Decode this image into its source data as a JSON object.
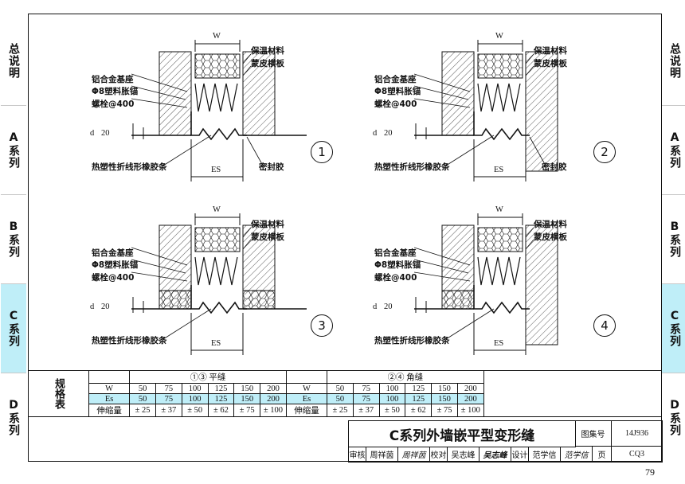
{
  "side_tabs": [
    {
      "label": "总说明",
      "active": false
    },
    {
      "label": "A系列",
      "active": false
    },
    {
      "label": "B系列",
      "active": false
    },
    {
      "label": "C系列",
      "active": true
    },
    {
      "label": "D系列",
      "active": false
    }
  ],
  "details": [
    {
      "number": "1",
      "labels": {
        "W": "W",
        "insulation": "保温材料",
        "board": "蒙皮横板",
        "base": "铝合金基座",
        "anchor": "Φ8塑料胀锚",
        "bolt": "螺栓@400",
        "d": "d",
        "twenty": "20",
        "strip": "热塑性折线形橡胶条",
        "ES": "ES",
        "sealant": "密封胶"
      }
    },
    {
      "number": "2",
      "labels": {
        "W": "W",
        "insulation": "保温材料",
        "board": "蒙皮横板",
        "base": "铝合金基座",
        "anchor": "Φ8塑料胀锚",
        "bolt": "螺栓@400",
        "d": "d",
        "twenty": "20",
        "strip": "热塑性折线形橡胶条",
        "ES": "ES",
        "sealant": "密封胶"
      }
    },
    {
      "number": "3",
      "labels": {
        "W": "W",
        "insulation": "保温材料",
        "board": "蒙皮横板",
        "base": "铝合金基座",
        "anchor": "Φ8塑料胀锚",
        "bolt": "螺栓@400",
        "d": "d",
        "twenty": "20",
        "strip": "热塑性折线形橡胶条",
        "ES": "ES"
      }
    },
    {
      "number": "4",
      "labels": {
        "W": "W",
        "insulation": "保温材料",
        "board": "蒙皮横板",
        "base": "铝合金基座",
        "anchor": "Φ8塑料胀锚",
        "bolt": "螺栓@400",
        "d": "d",
        "twenty": "20",
        "strip": "热塑性折线形橡胶条",
        "ES": "ES"
      }
    }
  ],
  "spec_table": {
    "side_label": "规格表",
    "left_header": "①③ 平缝",
    "right_header": "②④ 角缝",
    "rows": [
      {
        "name": "W",
        "values": [
          "50",
          "75",
          "100",
          "125",
          "150",
          "200"
        ]
      },
      {
        "name": "Es",
        "values": [
          "50",
          "75",
          "100",
          "125",
          "150",
          "200"
        ]
      },
      {
        "name": "伸缩量",
        "values": [
          "± 25",
          "± 37",
          "± 50",
          "± 62",
          "± 75",
          "± 100"
        ]
      }
    ]
  },
  "title_block": {
    "title": "C系列外墙嵌平型变形缝",
    "atlas_label": "图集号",
    "atlas_no": "14J936",
    "review_label": "审核",
    "reviewer": "周祥茵",
    "reviewer_sig": "周祥茵",
    "check_label": "校对",
    "checker": "吴志峰",
    "checker_sig": "吴志峰",
    "design_label": "设计",
    "designer": "范学信",
    "designer_sig": "范学信",
    "page_label": "页",
    "page_code": "CQ3"
  },
  "page_number": "79"
}
